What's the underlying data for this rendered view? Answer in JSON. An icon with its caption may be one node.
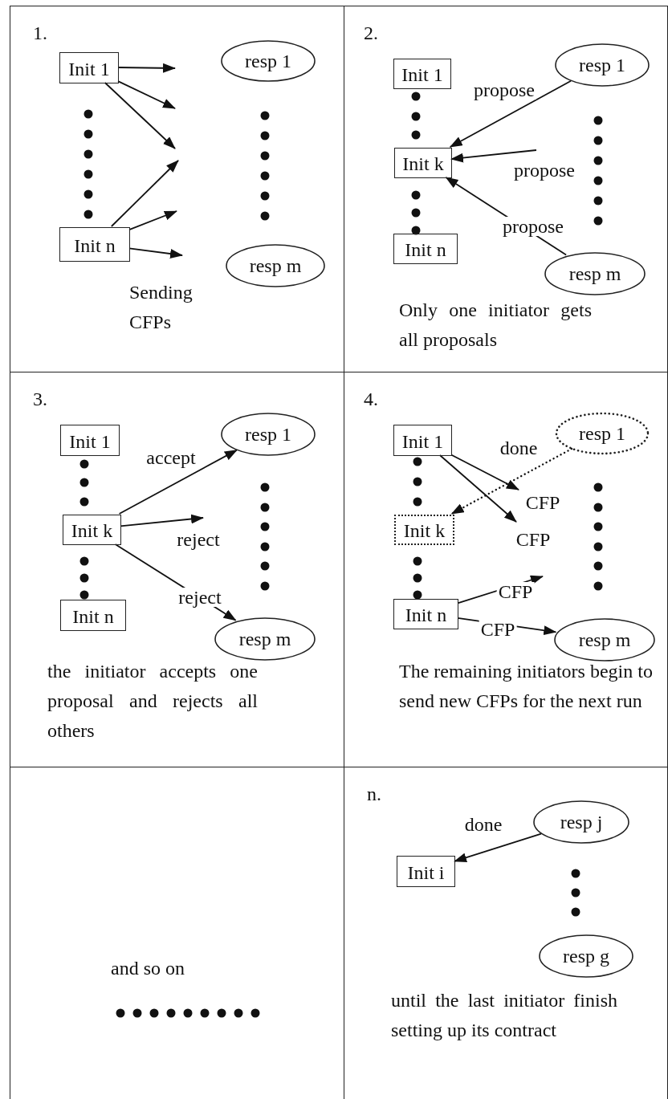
{
  "diagram": {
    "nodes": [
      {
        "text": [
          "1.",
          "Sending CFPs"
        ]
      },
      {
        "text": [
          "Init 1"
        ],
        "in": 0
      },
      {
        "text": [
          "Init n"
        ],
        "in": 0
      },
      {
        "text": [
          "resp 1"
        ],
        "in": 0
      },
      {
        "text": [
          "resp m"
        ],
        "in": 0
      },
      {
        "text": [
          "2.",
          "Only one initiator gets all proposals"
        ]
      },
      {
        "text": [
          "Init 1"
        ],
        "in": 5
      },
      {
        "text": [
          "Init k"
        ],
        "in": 5
      },
      {
        "text": [
          "Init n"
        ],
        "in": 5
      },
      {
        "text": [
          "resp 1"
        ],
        "in": 5
      },
      {
        "text": [
          "resp m"
        ],
        "in": 5
      },
      {
        "text": [
          "3.",
          "the initiator accepts one proposal and rejects all others"
        ]
      },
      {
        "text": [
          "Init 1"
        ],
        "in": 11
      },
      {
        "text": [
          "Init k"
        ],
        "in": 11
      },
      {
        "text": [
          "Init n"
        ],
        "in": 11
      },
      {
        "text": [
          "resp 1"
        ],
        "in": 11
      },
      {
        "text": [
          "resp m"
        ],
        "in": 11
      },
      {
        "text": [
          "4.",
          "The remaining initiators begin to send new CFPs for the next run"
        ]
      },
      {
        "text": [
          "Init 1"
        ],
        "in": 17
      },
      {
        "text": [
          "Init k"
        ],
        "in": 17
      },
      {
        "text": [
          "Init n"
        ],
        "in": 17
      },
      {
        "text": [
          "resp 1"
        ],
        "in": 17
      },
      {
        "text": [
          "resp m"
        ],
        "in": 17
      },
      {
        "text": [
          "and so on"
        ]
      },
      {
        "text": [
          "n.",
          "until the last initiator finish setting up its contract"
        ]
      },
      {
        "text": [
          "Init i"
        ],
        "in": 24
      },
      {
        "text": [
          "resp j"
        ],
        "in": 24
      },
      {
        "text": [
          "resp g"
        ],
        "in": 24
      }
    ],
    "edges": [
      {
        "from": 1,
        "to": null,
        "arrow": "to"
      },
      {
        "from": 1,
        "to": null,
        "arrow": "to"
      },
      {
        "from": 1,
        "to": null,
        "arrow": "to"
      },
      {
        "from": 2,
        "to": null,
        "arrow": "to"
      },
      {
        "from": 2,
        "to": null,
        "arrow": "to"
      },
      {
        "from": 2,
        "to": null,
        "arrow": "to"
      },
      {
        "from": 9,
        "to": 7,
        "arrow": "to",
        "label": "propose"
      },
      {
        "from": null,
        "to": 7,
        "arrow": "to",
        "label": "propose"
      },
      {
        "from": 10,
        "to": 7,
        "arrow": "to",
        "label": "propose"
      },
      {
        "from": 13,
        "to": 15,
        "arrow": "to",
        "label": "accept"
      },
      {
        "from": 13,
        "to": null,
        "arrow": "to",
        "label": "reject"
      },
      {
        "from": 13,
        "to": 16,
        "arrow": "to",
        "label": "reject"
      },
      {
        "from": 21,
        "to": 19,
        "arrow": "to",
        "label": "done",
        "style": "dashed"
      },
      {
        "from": 18,
        "to": null,
        "arrow": "to",
        "label": "CFP"
      },
      {
        "from": 18,
        "to": null,
        "arrow": "to",
        "label": "CFP"
      },
      {
        "from": 20,
        "to": null,
        "arrow": "to",
        "label": "CFP"
      },
      {
        "from": 20,
        "to": 22,
        "arrow": "to",
        "label": "CFP"
      },
      {
        "from": 26,
        "to": 25,
        "arrow": "to",
        "label": "done"
      }
    ]
  }
}
